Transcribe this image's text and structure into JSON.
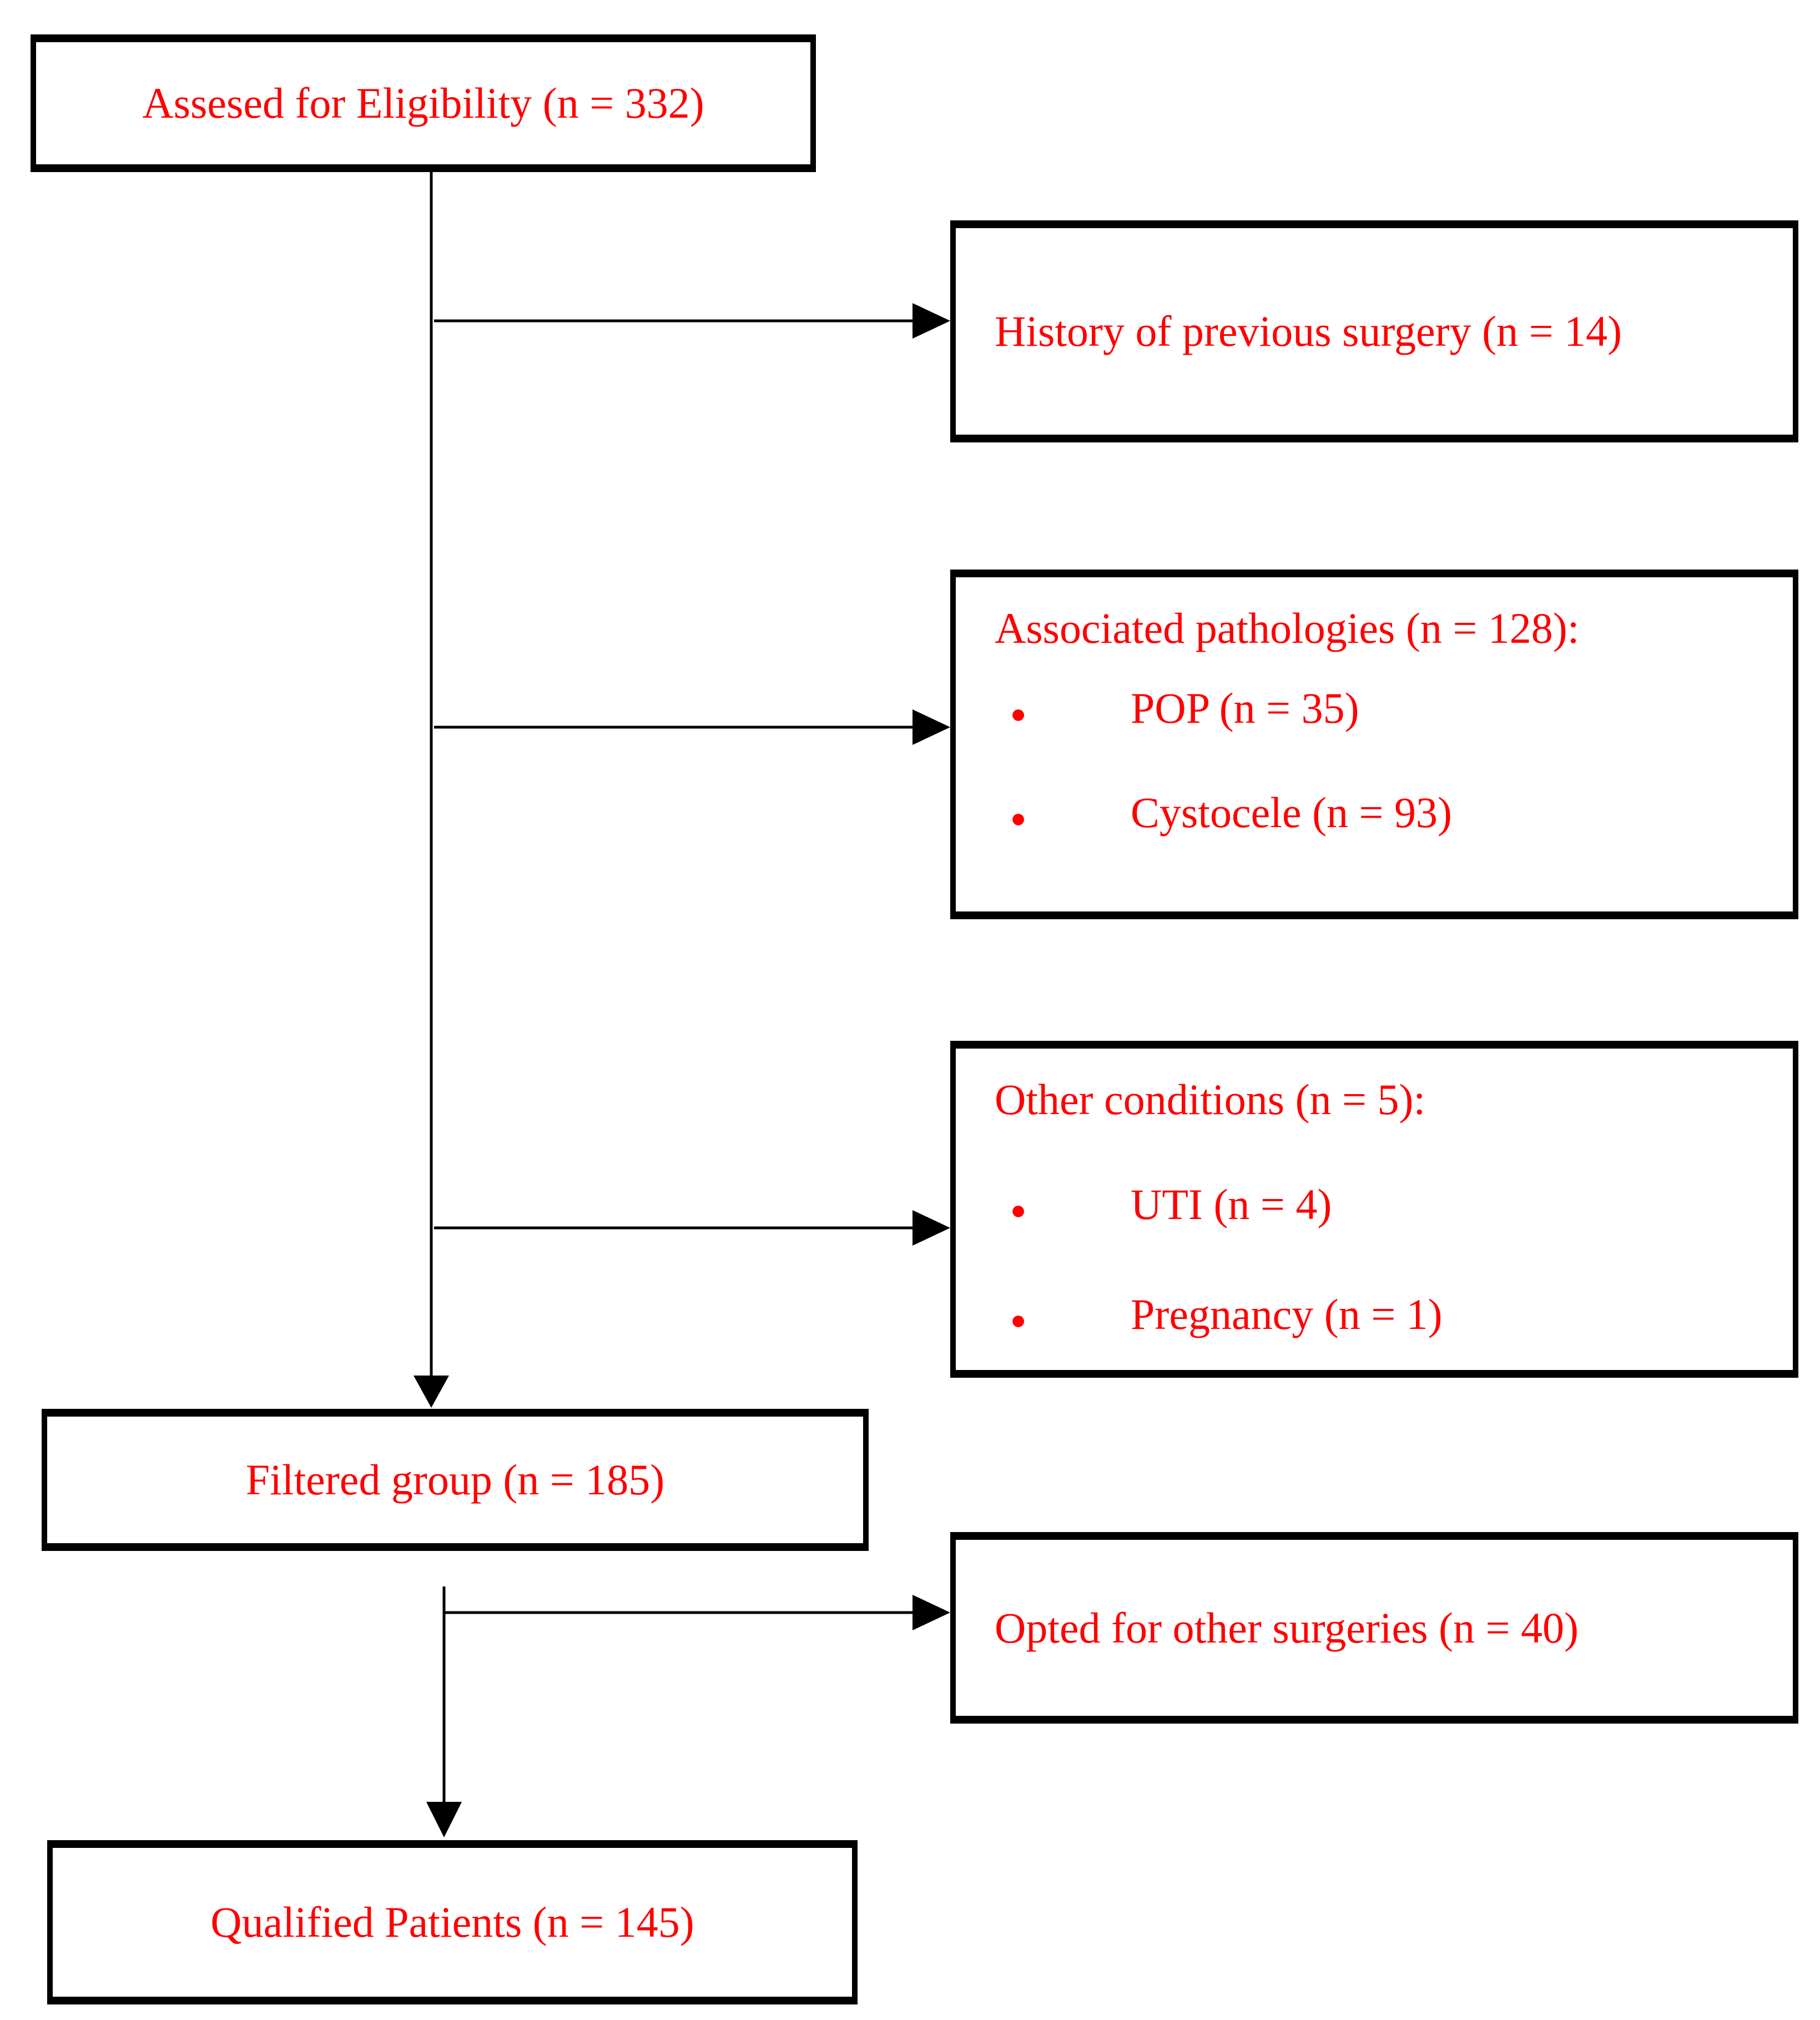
{
  "diagram": {
    "colors": {
      "text": "#ff0000",
      "lines_and_borders": "#000000",
      "background": "#ffffff"
    },
    "bullet_glyph": "●",
    "nodes": {
      "assessed": {
        "label": "Assesed for Eligibility (n = 332)"
      },
      "history": {
        "label": "History of previous surgery (n = 14)"
      },
      "pathologies": {
        "title": "Associated pathologies (n = 128):",
        "bullets": [
          "POP (n = 35)",
          "Cystocele (n = 93)"
        ]
      },
      "other_conditions": {
        "title": "Other conditions (n = 5):",
        "bullets": [
          "UTI (n = 4)",
          "Pregnancy (n = 1)"
        ]
      },
      "filtered": {
        "label": "Filtered group (n = 185)"
      },
      "opted": {
        "label": "Opted for other surgeries (n = 40)"
      },
      "qualified": {
        "label": "Qualified Patients (n = 145)"
      }
    }
  }
}
